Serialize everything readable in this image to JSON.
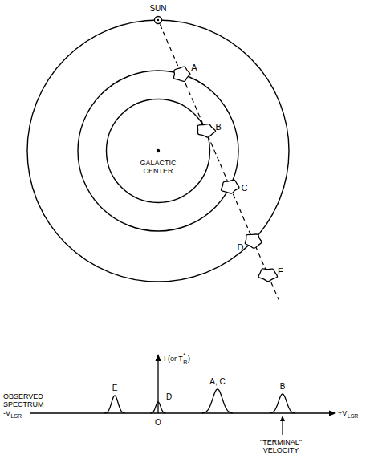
{
  "diagram": {
    "labels": [
      "SUN",
      "GALACTIC CENTER",
      "A",
      "B",
      "C",
      "D",
      "E",
      "OBSERVED SPECTRUM",
      "I (or T",
      "*",
      "R",
      ")",
      "E",
      "D",
      "O",
      "A, C",
      "B",
      "-V",
      "LSR",
      "+V",
      "LSR",
      "\"TERMINAL\" VELOCITY"
    ]
  }
}
